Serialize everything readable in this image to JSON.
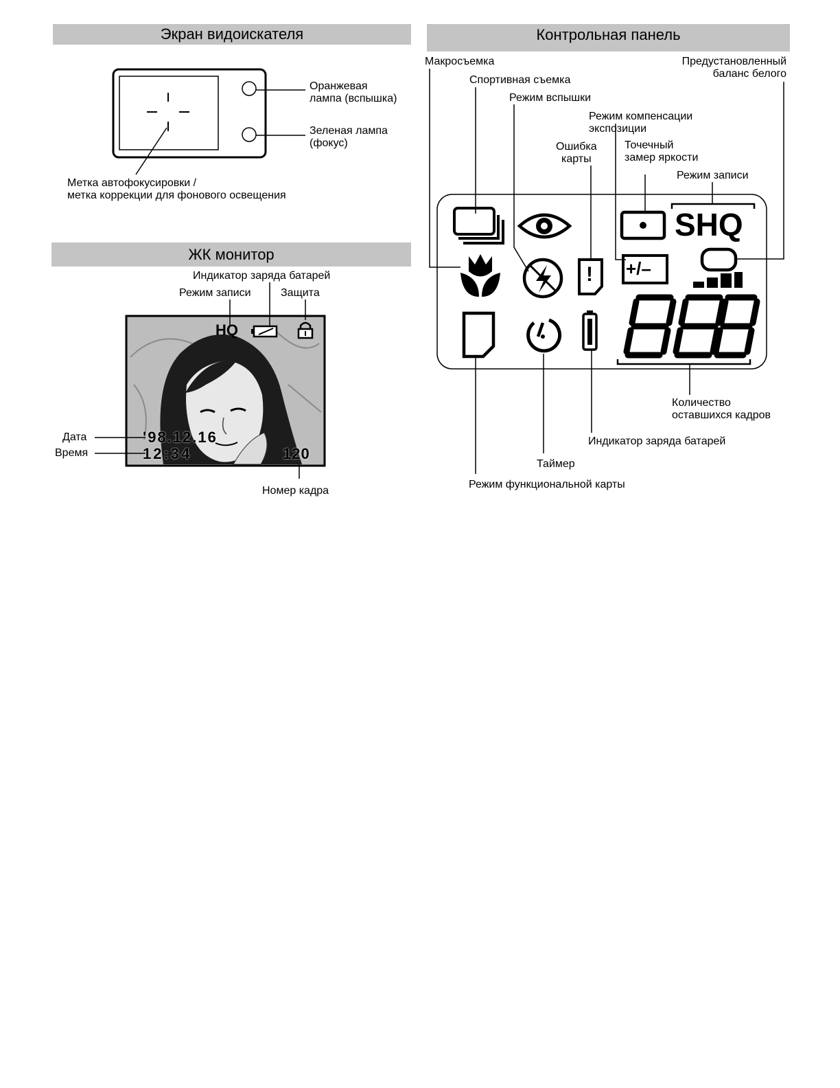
{
  "viewfinder": {
    "title": "Экран видоискателя",
    "orange_lamp": [
      "Оранжевая",
      "лампа (вспышка)"
    ],
    "green_lamp": [
      "Зеленая лампа",
      "(фокус)"
    ],
    "af_mark": [
      "Метка автофокусировки /",
      "метка коррекции для фонового освещения"
    ]
  },
  "lcd_monitor": {
    "title": "ЖК монитор",
    "labels": {
      "battery": "Индикатор заряда батарей",
      "record_mode": "Режим записи",
      "protect": "Защита",
      "date": "Дата",
      "time": "Время",
      "frame_number": "Номер кадра"
    },
    "screen": {
      "record_mode": "HQ",
      "date": "'98.12.16",
      "time": "12:34",
      "frame_number": "120"
    }
  },
  "control_panel": {
    "title": "Контрольная панель",
    "labels": {
      "macro": "Макросъемка",
      "sport": "Спортивная съемка",
      "flash_mode": "Режим вспышки",
      "exposure_comp": [
        "Режим компенсации",
        "экспозиции"
      ],
      "card_error": [
        "Ошибка",
        "карты"
      ],
      "spot_metering": [
        "Точечный",
        "замер яркости"
      ],
      "record_mode": "Режим записи",
      "white_balance": [
        "Предустановленный",
        "баланс белого"
      ],
      "frames_left": [
        "Количество",
        "оставшихся кадров"
      ],
      "battery": "Индикатор заряда батарей",
      "timer": "Таймер",
      "card_function": "Режим функциональной карты"
    },
    "display": {
      "record_mode": "SHQ",
      "exposure_comp_symbol": "+/–",
      "card_error_symbol": "!",
      "digits": "888"
    },
    "icons": [
      "sequential-shooting-icon",
      "red-eye-icon",
      "spot-metering-icon",
      "macro-tulip-icon",
      "flash-off-icon",
      "card-error-icon",
      "exposure-comp-icon",
      "white-balance-icon",
      "card-icon",
      "self-timer-icon",
      "battery-icon",
      "segment-digits"
    ]
  }
}
